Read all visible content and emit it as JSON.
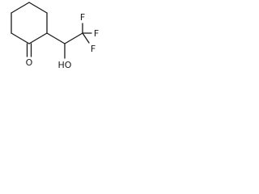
{
  "structure": {
    "atoms": {
      "oxygen_ketone": "O",
      "hydroxyl": "HO",
      "fluorine_1": "F",
      "fluorine_2": "F",
      "fluorine_3": "F"
    }
  },
  "colors": {
    "bond": "#1a1a1a",
    "text": "#1a1a1a",
    "background": "#ffffff"
  }
}
